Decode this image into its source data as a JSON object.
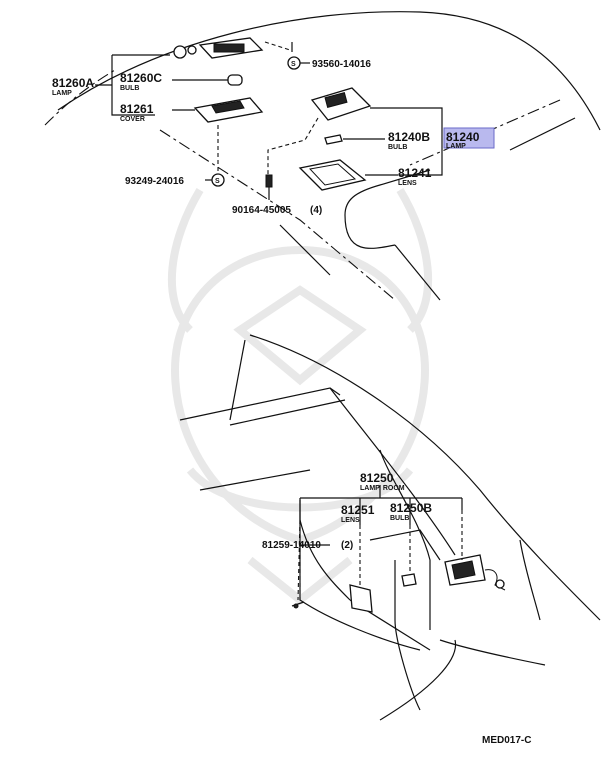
{
  "callouts": {
    "c81260A": {
      "number": "81260A",
      "desc": "LAMP"
    },
    "c81260C": {
      "number": "81260C",
      "desc": "BULB"
    },
    "c81261": {
      "number": "81261",
      "desc": "COVER"
    },
    "c93560": {
      "number": "93560-14016",
      "symbol": "S"
    },
    "c93249": {
      "number": "93249-24016",
      "symbol": "S"
    },
    "c90164": {
      "number": "90164-45005",
      "qty": "(4)"
    },
    "c81240B": {
      "number": "81240B",
      "desc": "BULB"
    },
    "c81240": {
      "number": "81240",
      "desc": "LAMP",
      "highlight_color": "#b9b9ee"
    },
    "c81241": {
      "number": "81241",
      "desc": "LENS"
    },
    "c81250": {
      "number": "81250",
      "desc": "LAMP, ROOM"
    },
    "c81251": {
      "number": "81251",
      "desc": "LENS"
    },
    "c81250B": {
      "number": "81250B",
      "desc": "BULB"
    },
    "c81259": {
      "number": "81259-14010",
      "qty": "(2)"
    }
  },
  "diagram_code": "MED017-C",
  "watermark": "samurai-helmet-logo"
}
